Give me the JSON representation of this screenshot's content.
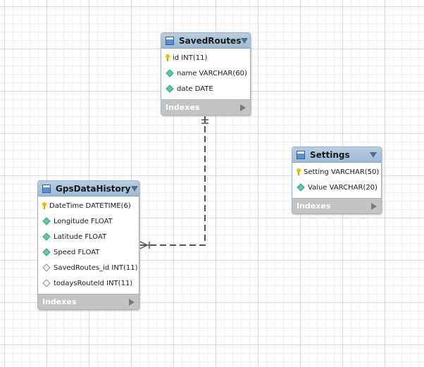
{
  "entities": {
    "saved_routes": {
      "title": "SavedRoutes",
      "columns": [
        {
          "text": "id INT(11)",
          "kind": "primary-key"
        },
        {
          "text": "name VARCHAR(60)",
          "kind": "column"
        },
        {
          "text": "date DATE",
          "kind": "column"
        }
      ],
      "indexes_label": "Indexes"
    },
    "settings": {
      "title": "Settings",
      "columns": [
        {
          "text": "Setting VARCHAR(50)",
          "kind": "primary-key"
        },
        {
          "text": "Value VARCHAR(20)",
          "kind": "column"
        }
      ],
      "indexes_label": "Indexes"
    },
    "gps_data_history": {
      "title": "GpsDataHistory",
      "columns": [
        {
          "text": "DateTime DATETIME(6)",
          "kind": "primary-key"
        },
        {
          "text": "Longitude FLOAT",
          "kind": "column"
        },
        {
          "text": "Latitude FLOAT",
          "kind": "column"
        },
        {
          "text": "Speed FLOAT",
          "kind": "column"
        },
        {
          "text": "SavedRoutes_id INT(11)",
          "kind": "foreign-key"
        },
        {
          "text": "todaysRouteId INT(11)",
          "kind": "foreign-key"
        }
      ],
      "indexes_label": "Indexes"
    }
  },
  "relationships": [
    {
      "from": "SavedRoutes",
      "to": "GpsDataHistory",
      "cardinality": "one-to-many",
      "style": "dashed"
    }
  ],
  "colors": {
    "header": "#a9c4dd",
    "indexes_bar": "#c4c4c4",
    "primary_key": "#e5c400",
    "column_marker": "#5fc7b0",
    "connector": "#555555"
  }
}
